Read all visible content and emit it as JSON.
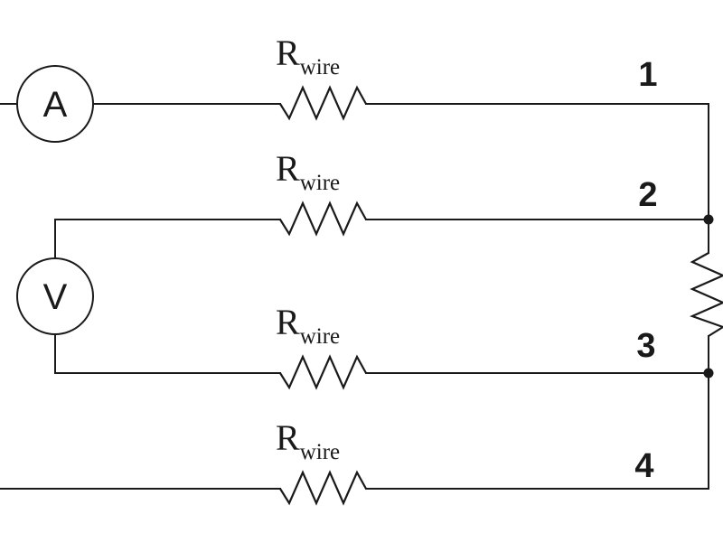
{
  "ammeter": {
    "symbol": "A",
    "icon": "ammeter-icon"
  },
  "voltmeter": {
    "symbol": "V",
    "icon": "voltmeter-icon"
  },
  "wire_resistors": [
    {
      "main": "R",
      "sub": "wire"
    },
    {
      "main": "R",
      "sub": "wire"
    },
    {
      "main": "R",
      "sub": "wire"
    },
    {
      "main": "R",
      "sub": "wire"
    }
  ],
  "terminals": [
    "1",
    "2",
    "3",
    "4"
  ],
  "colors": {
    "line": "#1a1a1a",
    "background": "#ffffff"
  }
}
